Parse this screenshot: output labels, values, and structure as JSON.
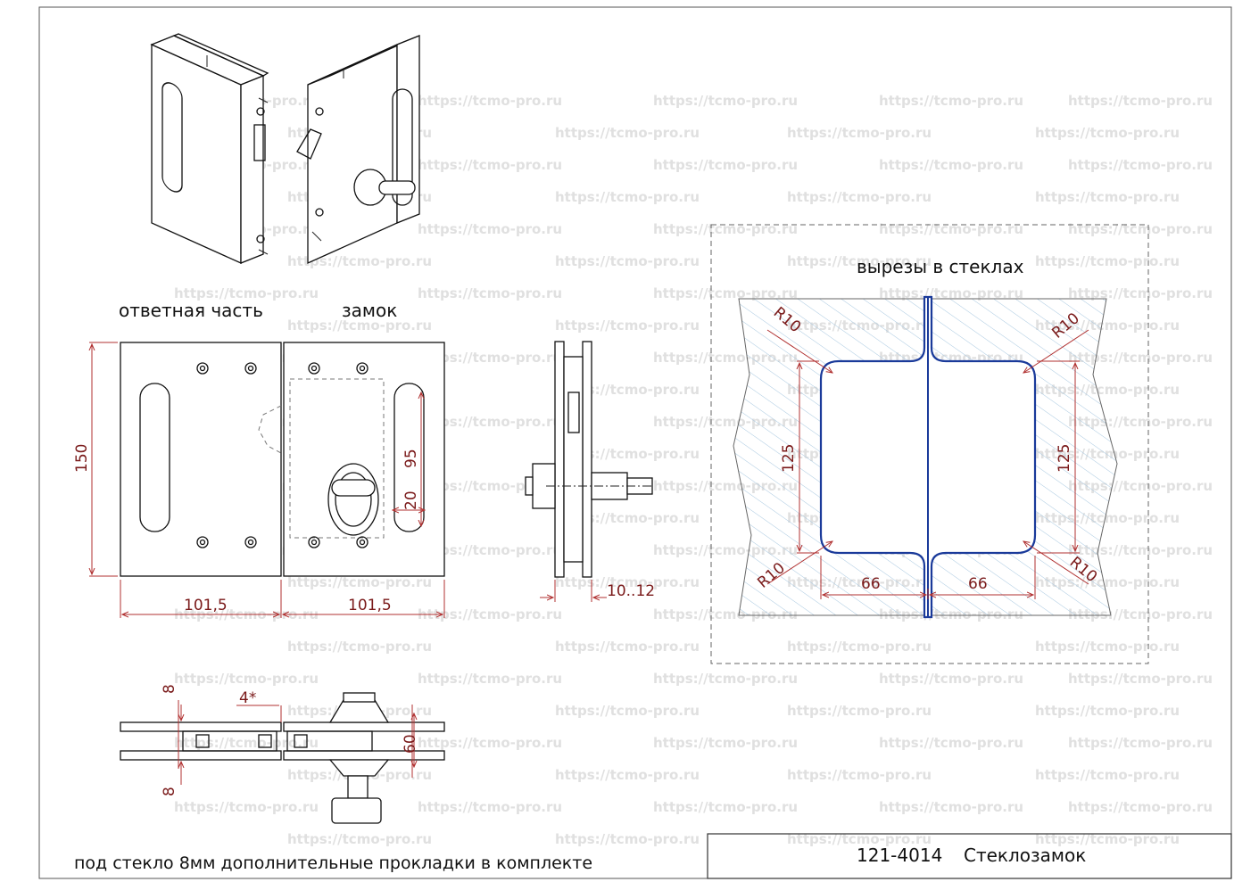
{
  "watermark": "https://tcmo-pro.ru",
  "labels": {
    "strike_part": "ответная часть",
    "lock": "замок",
    "glass_cutouts": "вырезы в стеклах",
    "footer_note": "под стекло 8мм дополнительные прокладки в комплекте",
    "title_code": "121-4014",
    "title_name": "Стеклозамок"
  },
  "dimensions": {
    "height_150": "150",
    "width_strike": "101,5",
    "width_lock": "101,5",
    "slot_95": "95",
    "slot_20": "20",
    "glass_gap": "10..12",
    "plan_8_top": "8",
    "plan_8_bottom": "8",
    "plan_4": "4*",
    "plan_60": "60",
    "cut_r10_tl": "R10",
    "cut_r10_tr": "R10",
    "cut_r10_bl": "R10",
    "cut_r10_br": "R10",
    "cut_125_left": "125",
    "cut_125_right": "125",
    "cut_66_left": "66",
    "cut_66_right": "66"
  },
  "colors": {
    "cutout_outline": "#1a3a9a",
    "dimension": "#b03030",
    "hatch": "#a8c8e0"
  }
}
